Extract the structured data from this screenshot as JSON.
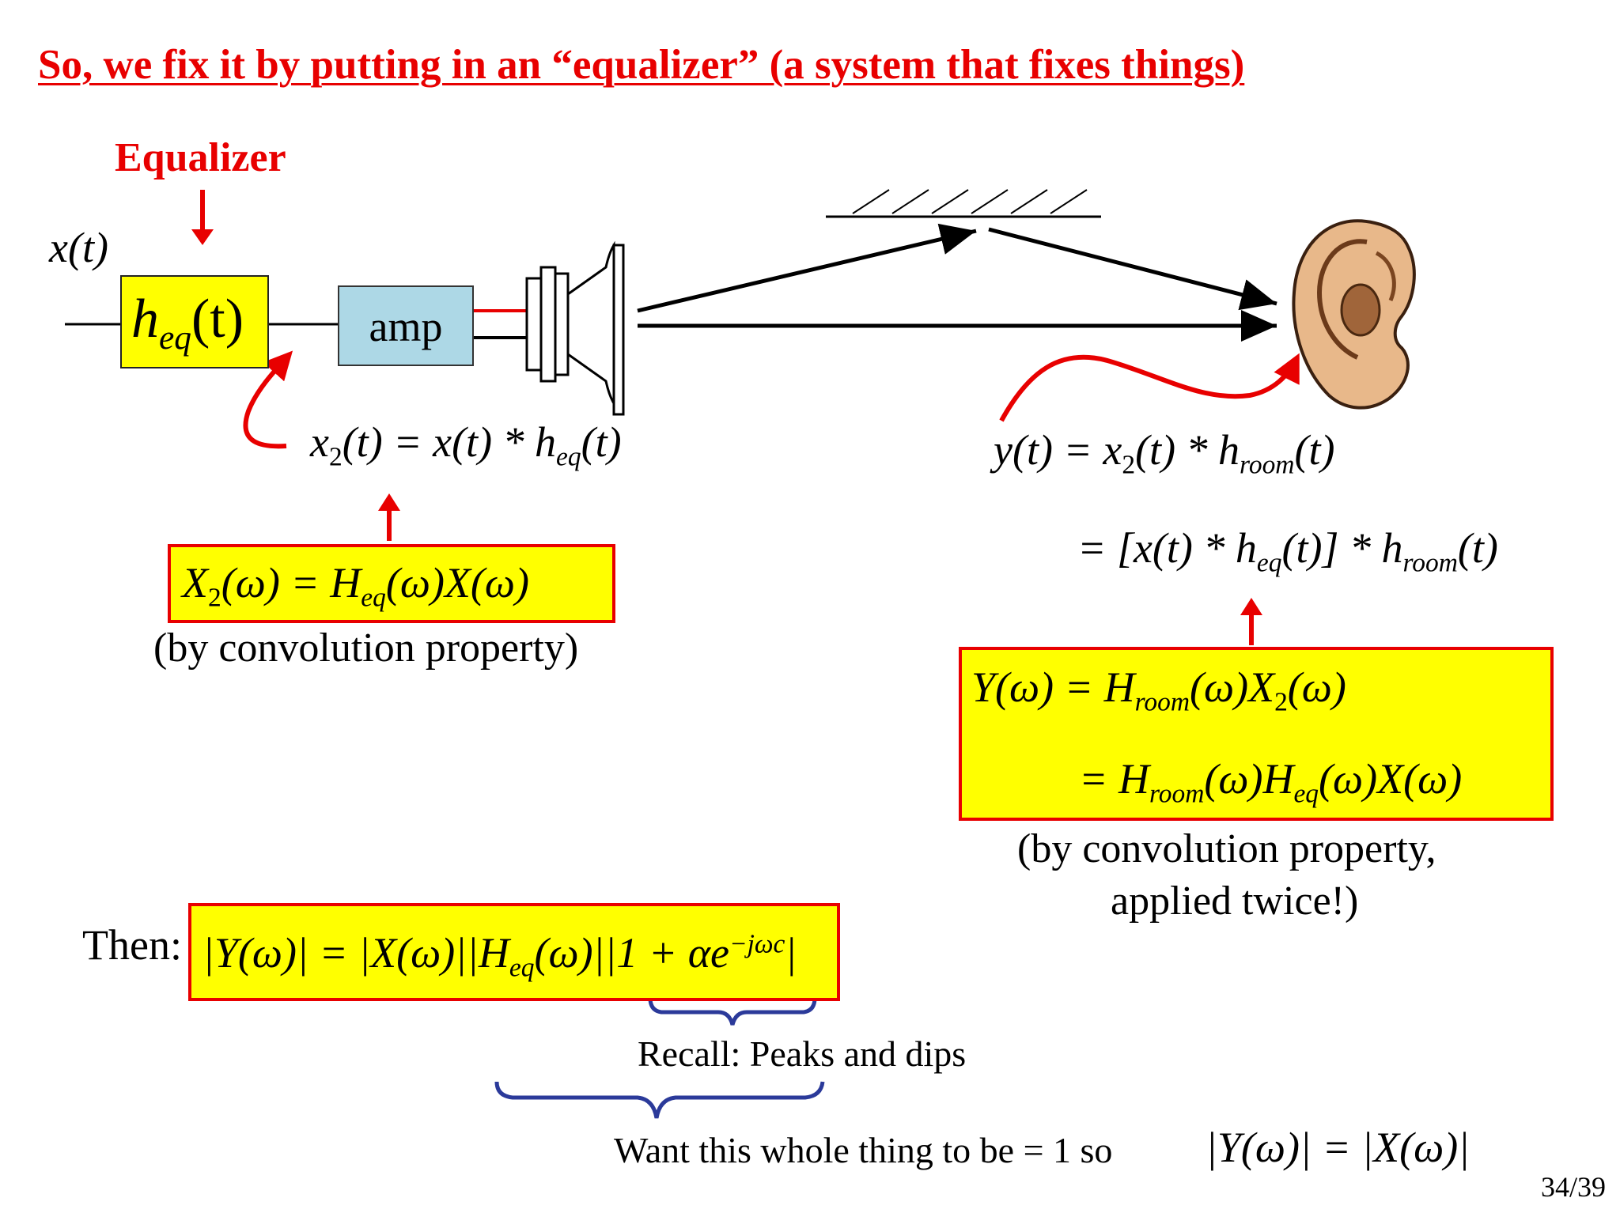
{
  "slide": {
    "title": "So, we fix it by putting in an “equalizer” (a system that fixes things)",
    "page_number": "34/39"
  },
  "diagram": {
    "equalizer_label": "Equalizer",
    "input_signal": "x(t)",
    "heq_box": {
      "main": "h",
      "sub": "eq",
      "tail": "(t)"
    },
    "amp_label": "amp",
    "eq_x2_time": {
      "a": "x",
      "a_sub": "2",
      "b": "(t) = x(t) * h",
      "b_sub": "eq",
      "c": "(t)"
    },
    "eq_y_time_line1": {
      "a": "y(t) = x",
      "a_sub": "2",
      "b": "(t) * h",
      "b_sub": "room",
      "c": "(t)"
    },
    "eq_y_time_line2": {
      "a": "= [x(t) * h",
      "a_sub": "eq",
      "b": "(t)] * h",
      "b_sub": "room",
      "c": "(t)"
    }
  },
  "left_box": {
    "eq": {
      "a": "X",
      "a_sub": "2",
      "b": "(ω) = H",
      "b_sub": "eq",
      "c": "(ω)X(ω)"
    },
    "note": "(by convolution property)"
  },
  "right_box": {
    "line1": {
      "a": "Y(ω) = H",
      "a_sub": "room",
      "b": "(ω)X",
      "b_sub": "2",
      "c": "(ω)"
    },
    "line2": {
      "a": "= H",
      "a_sub": "room",
      "b": "(ω)H",
      "b_sub": "eq",
      "c": "(ω)X(ω)"
    },
    "note_line1": "(by convolution property,",
    "note_line2": "applied twice!)"
  },
  "bottom": {
    "then_label": "Then:",
    "eq": {
      "a": "|Y(ω)| = |X(ω)||H",
      "a_sub": "eq",
      "b": "(ω)||1 + αe",
      "b_sup": "−jωc",
      "c": "|"
    },
    "recall_note": "Recall: Peaks and dips",
    "want_note": "Want this whole thing to be = 1  so",
    "want_eq": "|Y(ω)| = |X(ω)|"
  },
  "colors": {
    "title_red": "#e80000",
    "highlight_yellow": "#ffff00",
    "amp_blue": "#add8e6",
    "brace_blue": "#2b3a9a"
  }
}
